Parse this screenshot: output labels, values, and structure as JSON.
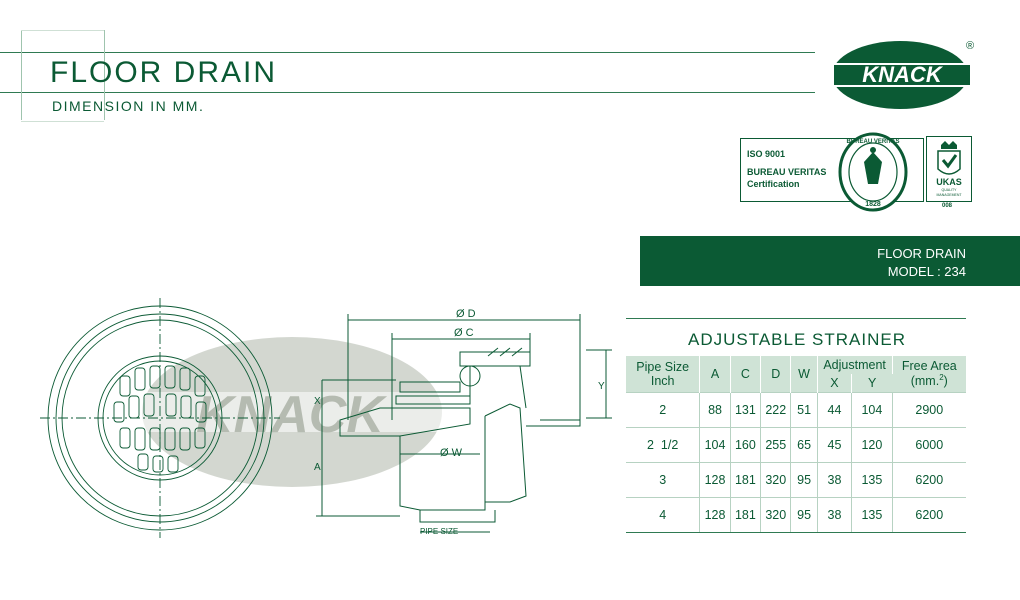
{
  "header": {
    "title": "FLOOR DRAIN",
    "subtitle": "DIMENSION IN MM."
  },
  "logo": {
    "brand": "KNACK",
    "registered": "®"
  },
  "certification": {
    "line1": "ISO 9001",
    "line2": "BUREAU VERITAS",
    "line3": "Certification",
    "seal_top": "BUREAU VERITAS",
    "seal_year": "1828",
    "ukas_label": "UKAS",
    "ukas_sub1": "QUALITY",
    "ukas_sub2": "MANAGEMENT",
    "ukas_code": "008"
  },
  "model": {
    "line1": "FLOOR DRAIN",
    "line2": "MODEL : 234"
  },
  "drawing": {
    "watermark": "KNACK",
    "dim_d": "Ø D",
    "dim_c": "Ø C",
    "dim_w": "Ø W",
    "dim_x": "X",
    "dim_a": "A",
    "dim_y": "Y",
    "pipe_size": "PIPE SIZE"
  },
  "table": {
    "title": "ADJUSTABLE  STRAINER",
    "headers": {
      "pipe_size_1": "Pipe  Size",
      "pipe_size_2": "Inch",
      "a": "A",
      "c": "C",
      "d": "D",
      "w": "W",
      "adjustment": "Adjustment",
      "x": "X",
      "y": "Y",
      "free_area_1": "Free  Area",
      "free_area_2": "(mm.",
      "free_area_sup": "2",
      "free_area_close": ")"
    },
    "rows": [
      {
        "pipe": "2",
        "a": "88",
        "c": "131",
        "d": "222",
        "w": "51",
        "x": "44",
        "y": "104",
        "area": "2900"
      },
      {
        "pipe": "2  1/2",
        "a": "104",
        "c": "160",
        "d": "255",
        "w": "65",
        "x": "45",
        "y": "120",
        "area": "6000"
      },
      {
        "pipe": "3",
        "a": "128",
        "c": "181",
        "d": "320",
        "w": "95",
        "x": "38",
        "y": "135",
        "area": "6200"
      },
      {
        "pipe": "4",
        "a": "128",
        "c": "181",
        "d": "320",
        "w": "95",
        "x": "38",
        "y": "135",
        "area": "6200"
      }
    ]
  },
  "colors": {
    "brand_green": "#0b5a34",
    "header_cell": "#cfe3d6",
    "watermark_grey": "#c4c9c0"
  }
}
